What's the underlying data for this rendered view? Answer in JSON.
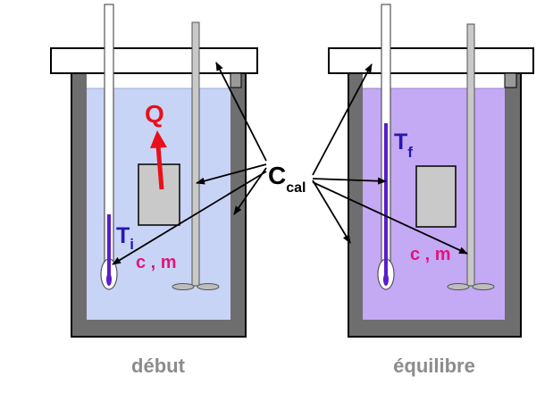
{
  "title": "Calorimètre : début et équilibre",
  "colors": {
    "water_start": "#c8d4f6",
    "water_end": "#c4a9f4",
    "wall": "#6e6e6e",
    "lid": "#ffffff",
    "arrow_q": "#e8101a",
    "cm_text": "#e0157e",
    "temp_text": "#2a16b0",
    "thermo_liquid": "#5a1fc8",
    "solid_block": "#c9c9c9",
    "caption_text": "#8c8c8c"
  },
  "labels": {
    "q": "Q",
    "ccal_main": "C",
    "ccal_sub": "cal",
    "ti_main": "T",
    "ti_sub": "i",
    "tf_main": "T",
    "tf_sub": "f",
    "cm_left": "c , m",
    "cm_right": "c , m",
    "caption_left": "début",
    "caption_right": "équilibre"
  }
}
